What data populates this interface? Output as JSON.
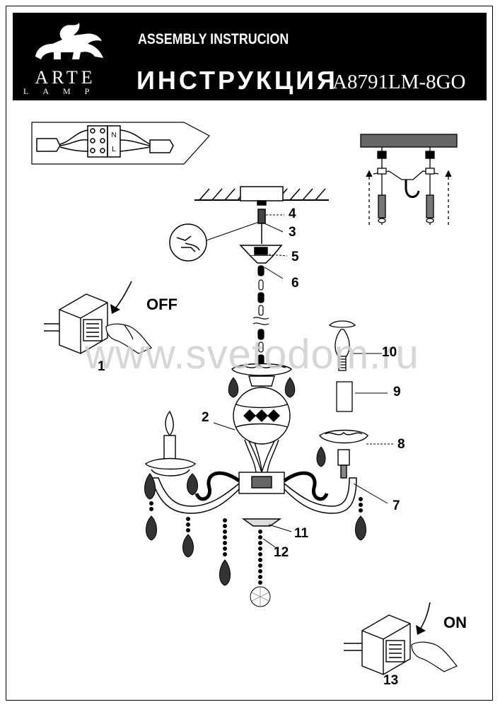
{
  "header": {
    "brand_name": "ARTE",
    "brand_sub": "LAMP",
    "title_en": "ASSEMBLY INSTRUCION",
    "title_ru": "ИНСТРУКЦИЯ",
    "model": "A8791LM-8GO"
  },
  "wiring": {
    "terminal_labels": [
      "N",
      "L"
    ]
  },
  "watermark": "www.svetodom.ru",
  "switches": {
    "off_label": "OFF",
    "on_label": "ON"
  },
  "callouts": {
    "c1": "1",
    "c2": "2",
    "c3": "3",
    "c4": "4",
    "c5": "5",
    "c6": "6",
    "c7": "7",
    "c8": "8",
    "c9": "9",
    "c10": "10",
    "c11": "11",
    "c12": "12",
    "c13": "13"
  },
  "icons": [
    "griffin-logo-icon",
    "hand-icon",
    "light-switch-icon",
    "bulb-icon",
    "candle-icon",
    "hook-icon",
    "screw-icon",
    "crystal-drop-icon"
  ]
}
